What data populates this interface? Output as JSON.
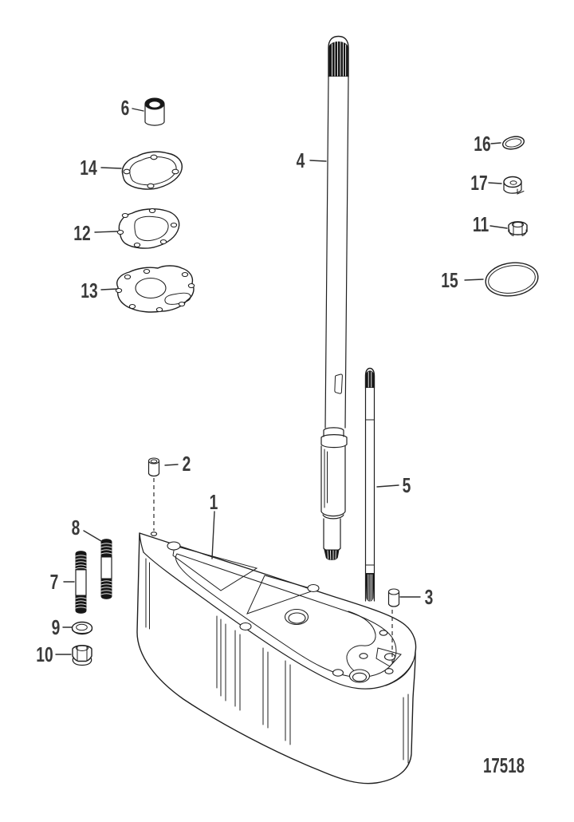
{
  "figure": {
    "drawing_number": "17518"
  },
  "callouts": {
    "c1": {
      "label": "1"
    },
    "c2": {
      "label": "2"
    },
    "c3": {
      "label": "3"
    },
    "c4": {
      "label": "4"
    },
    "c5": {
      "label": "5"
    },
    "c6": {
      "label": "6"
    },
    "c7": {
      "label": "7"
    },
    "c8": {
      "label": "8"
    },
    "c9": {
      "label": "9"
    },
    "c10": {
      "label": "10"
    },
    "c11": {
      "label": "11"
    },
    "c12": {
      "label": "12"
    },
    "c13": {
      "label": "13"
    },
    "c14": {
      "label": "14"
    },
    "c15": {
      "label": "15"
    },
    "c16": {
      "label": "16"
    },
    "c17": {
      "label": "17"
    }
  }
}
